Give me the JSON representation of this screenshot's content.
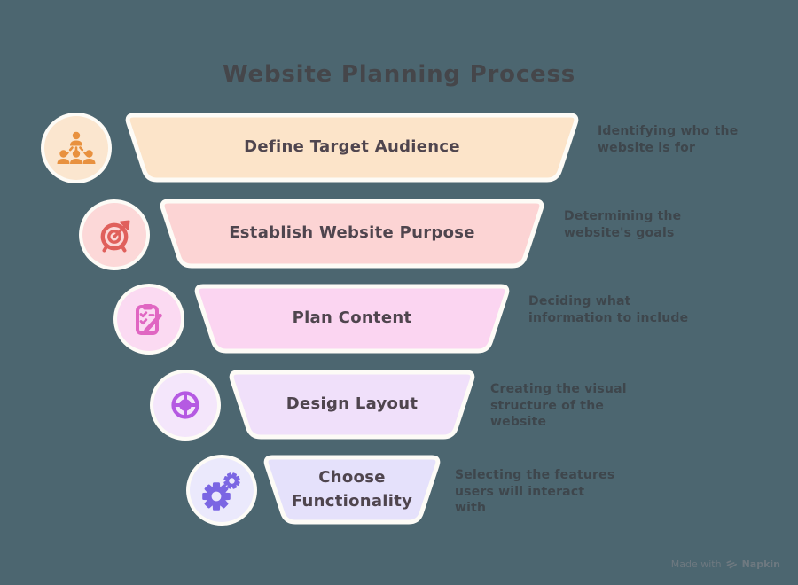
{
  "title": "Website Planning Process",
  "colors": {
    "background": "#4c6670",
    "border": "#fdfbf6",
    "title_text": "#45464a",
    "label_text": "#4f454e",
    "desc_text": "#3e464c",
    "watermark_text": "#6e7980"
  },
  "funnel": {
    "stages": [
      {
        "label": "Define Target Audience",
        "description": [
          "Identifying who the",
          "website is for"
        ],
        "fill": "#fce4c9",
        "circle_fill": "#fbe6cf",
        "icon_color": "#e8913f",
        "icon": "audience-hierarchy-icon"
      },
      {
        "label": "Establish Website Purpose",
        "description": [
          "Determining the",
          "website's goals"
        ],
        "fill": "#fcd4d4",
        "circle_fill": "#fcd8d8",
        "icon_color": "#e0605c",
        "icon": "target-dart-icon"
      },
      {
        "label": "Plan Content",
        "description": [
          "Deciding what",
          "information to include"
        ],
        "fill": "#fbd5f1",
        "circle_fill": "#fbdaf2",
        "icon_color": "#e066c2",
        "icon": "content-checklist-icon"
      },
      {
        "label": "Design Layout",
        "description": [
          "Creating the visual",
          "structure of the",
          "website"
        ],
        "fill": "#f0e0fa",
        "circle_fill": "#f4e6fb",
        "icon_color": "#b55ae2",
        "icon": "layout-wheel-icon"
      },
      {
        "label": [
          "Choose",
          "Functionality"
        ],
        "description": [
          "Selecting the features",
          "users will interact",
          "with"
        ],
        "fill": "#e5e1fb",
        "circle_fill": "#ebe9fc",
        "icon_color": "#7b66e3",
        "icon": "gears-icon"
      }
    ]
  },
  "watermark": {
    "prefix": "Made with",
    "brand": "Napkin"
  }
}
